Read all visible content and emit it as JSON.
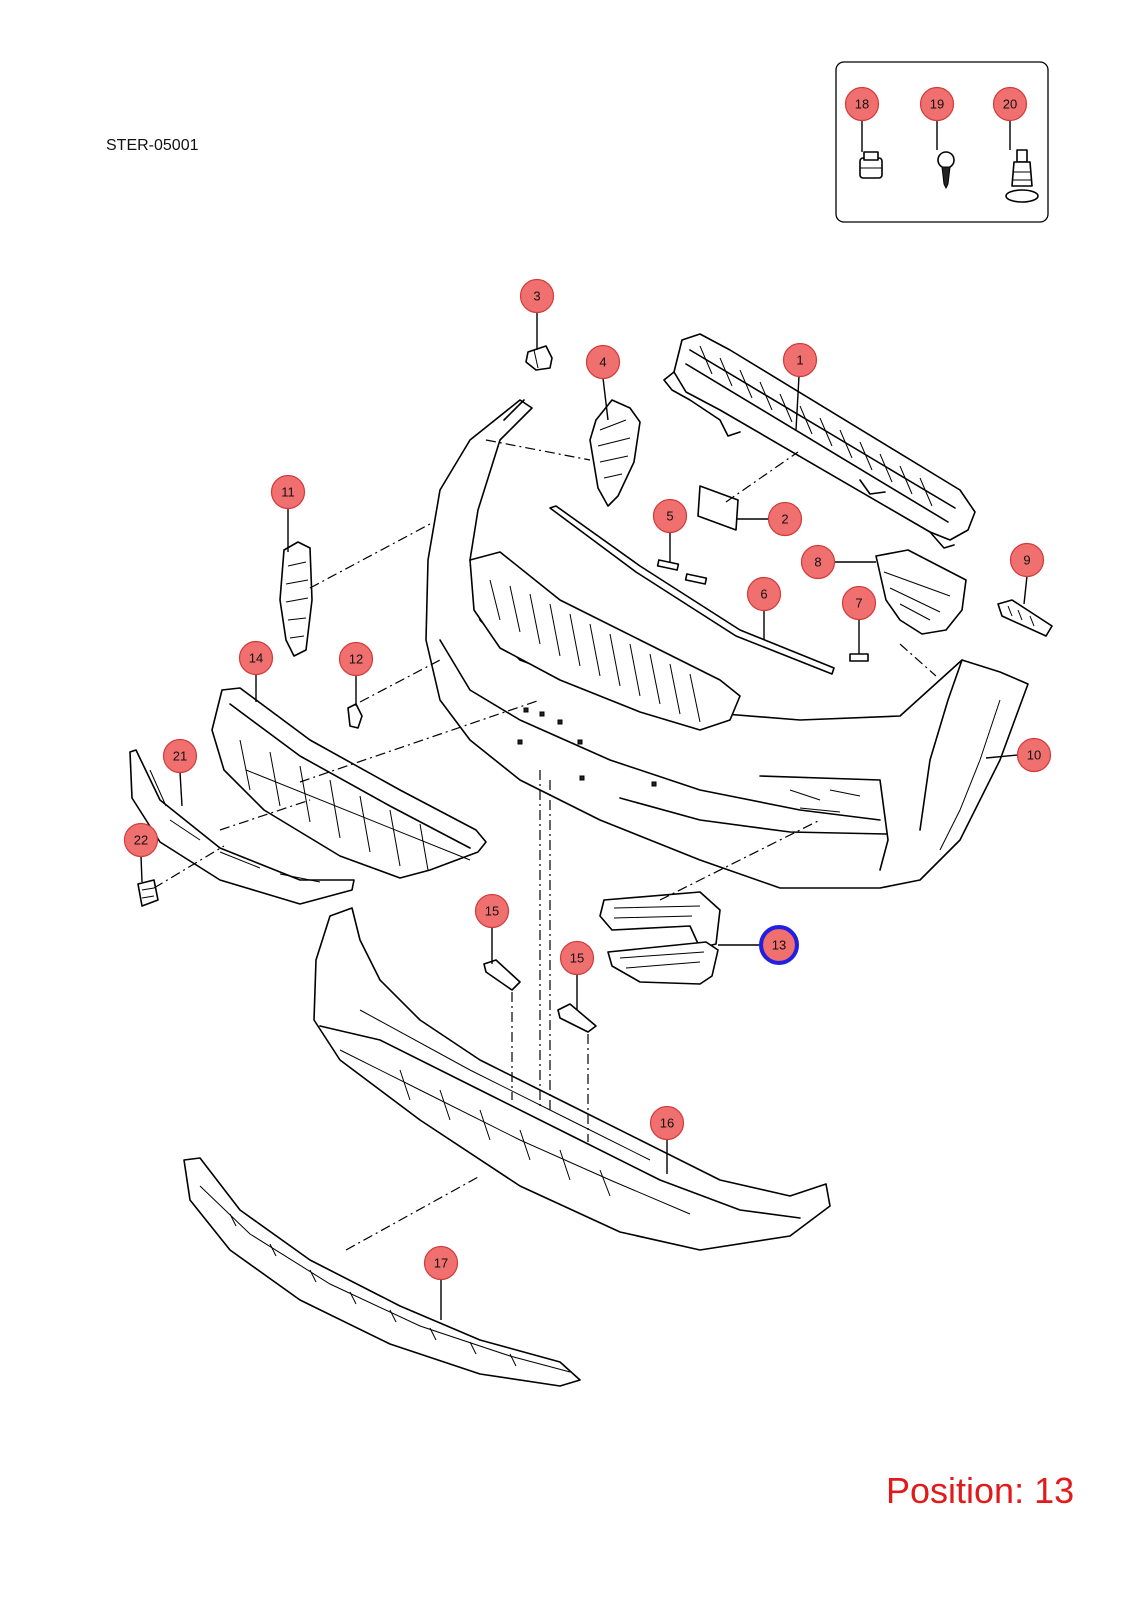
{
  "diagram_id": "STER-05001",
  "position_label": "Position: 13",
  "selected": "13",
  "callouts": [
    "1",
    "2",
    "3",
    "4",
    "5",
    "6",
    "7",
    "8",
    "9",
    "10",
    "11",
    "12",
    "13",
    "14",
    "15",
    "15",
    "16",
    "17",
    "18",
    "19",
    "20",
    "21",
    "22"
  ],
  "colors": {
    "callout_fill": "#f07070",
    "callout_stroke": "#d23a3a",
    "selection_ring": "#1f1fe6",
    "position_text": "#e11a1a"
  }
}
